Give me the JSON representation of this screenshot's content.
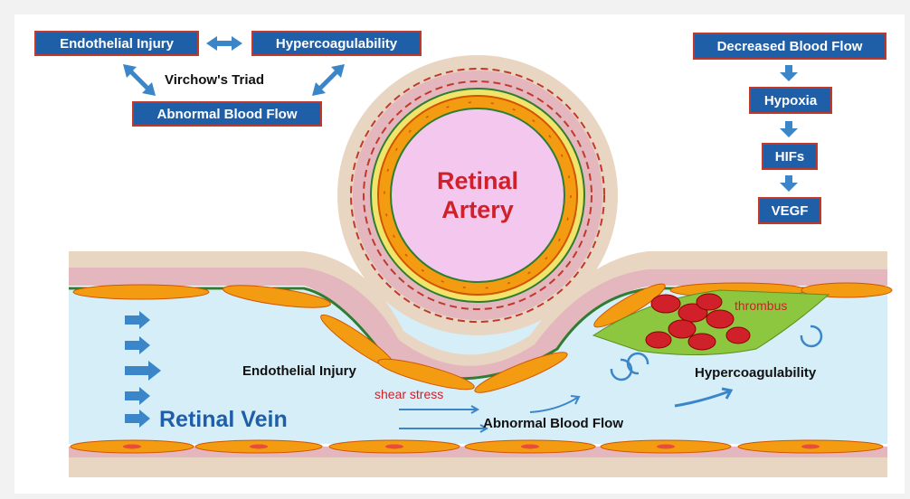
{
  "virchow": {
    "endothelial_injury": "Endothelial Injury",
    "hypercoagulability": "Hypercoagulability",
    "title": "Virchow's Triad",
    "abnormal_blood_flow": "Abnormal Blood Flow"
  },
  "cascade": {
    "steps": [
      "Decreased Blood Flow",
      "Hypoxia",
      "HIFs",
      "VEGF"
    ]
  },
  "artery": {
    "line1": "Retinal",
    "line2": "Artery"
  },
  "vein": {
    "label": "Retinal Vein",
    "endothelial_injury": "Endothelial Injury",
    "shear_stress": "shear stress",
    "abnormal_blood_flow": "Abnormal Blood Flow",
    "hypercoagulability": "Hypercoagulability",
    "thrombus": "thrombus"
  },
  "colors": {
    "box": "#1f5fa8",
    "box_border": "#c0392b",
    "arrow": "#3a86c8",
    "vein_lumen": "#d6eef8",
    "endothelial_cell": "#f39c12",
    "artery_lumen": "#f4c8ee",
    "thrombus": "#8dc63f",
    "rbc": "#d0202a"
  }
}
